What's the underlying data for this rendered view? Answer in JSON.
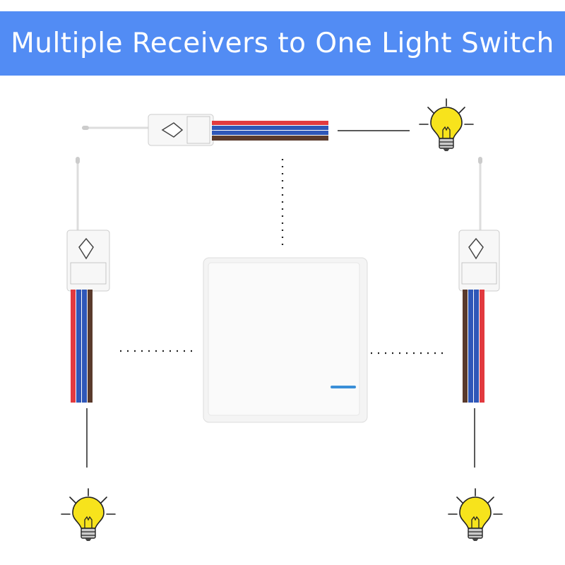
{
  "banner": {
    "title": "Multiple Receivers to One Light Switch",
    "color": "#528cf4"
  },
  "colors": {
    "bulb": "#f7e31c",
    "wire_red": "#e23a3f",
    "wire_blue": "#2f57b8",
    "wire_brown": "#5a3a2c",
    "led": "#3a8fd8"
  },
  "icons": [
    "light-bulb-icon",
    "wireless-receiver",
    "wall-switch"
  ]
}
